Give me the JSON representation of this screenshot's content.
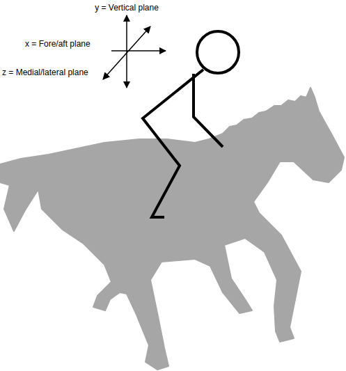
{
  "diagram": {
    "labels": [
      "y = Vertical plane",
      "x = Fore/aft plane",
      "z = Medial/lateral plane"
    ]
  }
}
